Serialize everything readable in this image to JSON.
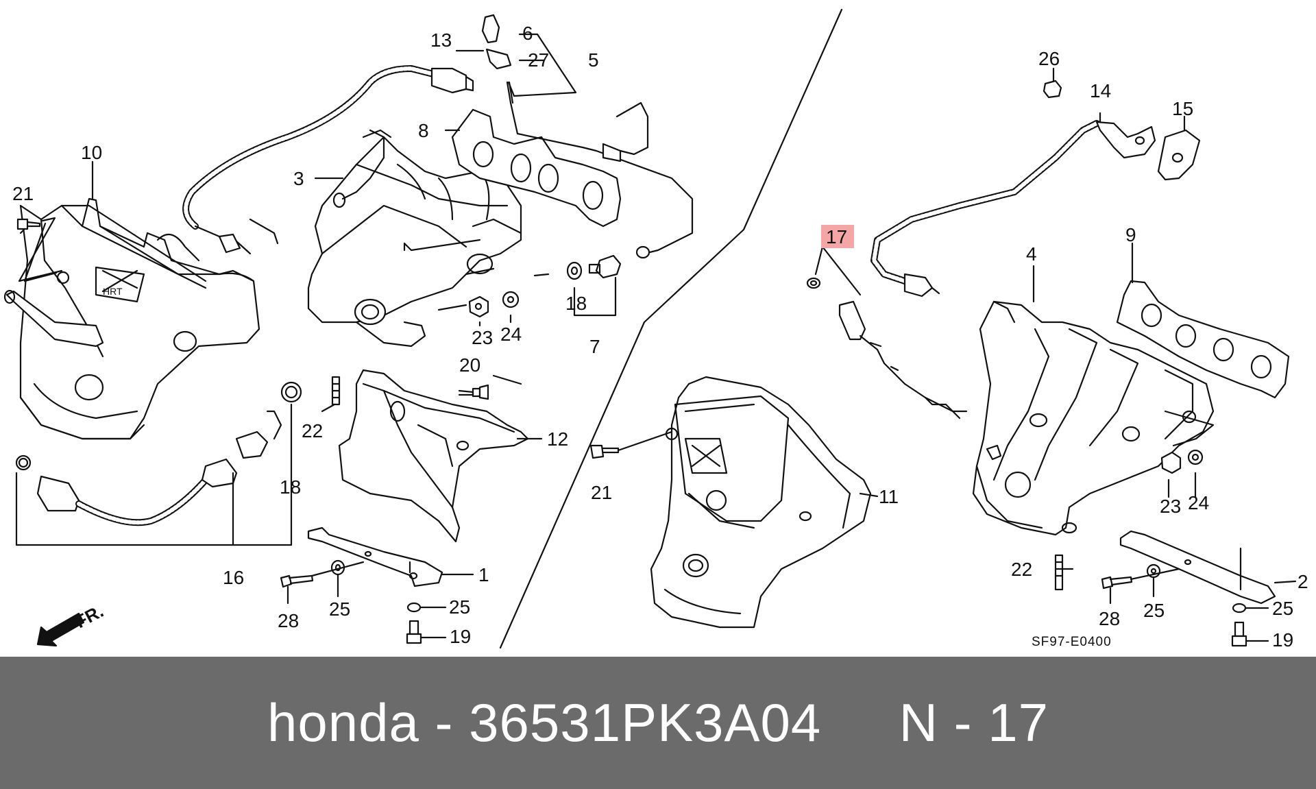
{
  "diagram": {
    "code": "SF97-E0400",
    "direction_label": "FR.",
    "highlighted_label": "17",
    "labels": [
      "1",
      "2",
      "3",
      "4",
      "5",
      "6",
      "7",
      "8",
      "9",
      "10",
      "11",
      "12",
      "13",
      "14",
      "15",
      "16",
      "17",
      "18",
      "18",
      "19",
      "19",
      "20",
      "21",
      "21",
      "22",
      "22",
      "23",
      "23",
      "24",
      "24",
      "25",
      "25",
      "25",
      "25",
      "26",
      "27",
      "28",
      "28"
    ]
  },
  "footer": {
    "caption": "honda - 36531PK3A04     N - 17"
  },
  "colors": {
    "footer_bg": "#6b6b6b",
    "caption_text": "#ffffff",
    "highlight": "#f4a6a6",
    "line_art": "#111111"
  }
}
